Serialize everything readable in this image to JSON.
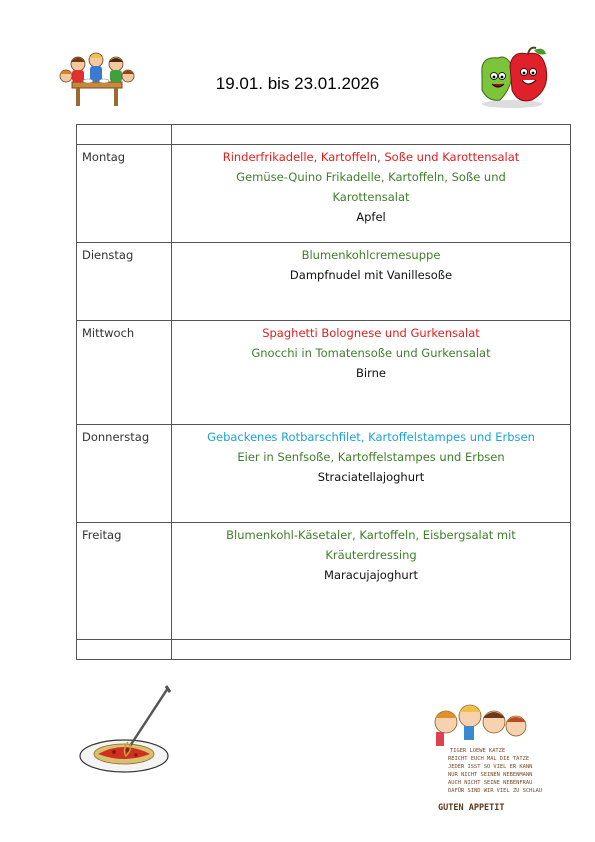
{
  "title": "19.01. bis 23.01.2026",
  "days": [
    {
      "day": "Montag",
      "meals": [
        {
          "text": "Rinderfrikadelle, Kartoffeln, Soße und Karottensalat",
          "color": "#e01e1e"
        },
        {
          "text": "Gemüse-Quino Frikadelle, Kartoffeln, Soße und Karottensalat",
          "color": "#3f7f2a"
        },
        {
          "text": "Apfel",
          "color": "#111111"
        }
      ]
    },
    {
      "day": "Dienstag",
      "meals": [
        {
          "text": "Blumenkohlcremesuppe",
          "color": "#3f7f2a"
        },
        {
          "text": "Dampfnudel mit Vanillesoße",
          "color": "#111111"
        }
      ]
    },
    {
      "day": "Mittwoch",
      "meals": [
        {
          "text": "Spaghetti Bolognese und Gurkensalat",
          "color": "#e01e1e"
        },
        {
          "text": "Gnocchi in Tomatensoße und Gurkensalat",
          "color": "#3f7f2a"
        },
        {
          "text": "Birne",
          "color": "#111111"
        }
      ]
    },
    {
      "day": "Donnerstag",
      "meals": [
        {
          "text": "Gebackenes Rotbarschfilet, Kartoffelstampes und Erbsen",
          "color": "#1ca3d4"
        },
        {
          "text": "Eier in Senfsoße, Kartoffelstampes und Erbsen",
          "color": "#3f7f2a"
        },
        {
          "text": "Straciatellajoghurt",
          "color": "#111111"
        }
      ]
    },
    {
      "day": "Freitag",
      "meals": [
        {
          "text": "Blumenkohl-Käsetaler, Kartoffeln, Eisbergsalat mit Kräuterdressing",
          "color": "#3f7f2a"
        },
        {
          "text": "Maracujajoghurt",
          "color": "#111111"
        }
      ]
    }
  ],
  "poem": {
    "lines": [
      "TIGER LOEWE KATZE",
      "REICHT EUCH MAL DIE TATZE",
      "JEDER ISST SO VIEL ER KANN",
      "NUR NICHT SEINEN NEBENMANN",
      "AUCH NICHT SEINE NEBENFRAU",
      "DAFÜR SIND WIR VIEL ZU SCHLAU"
    ],
    "closing": "GUTEN APPETIT"
  }
}
